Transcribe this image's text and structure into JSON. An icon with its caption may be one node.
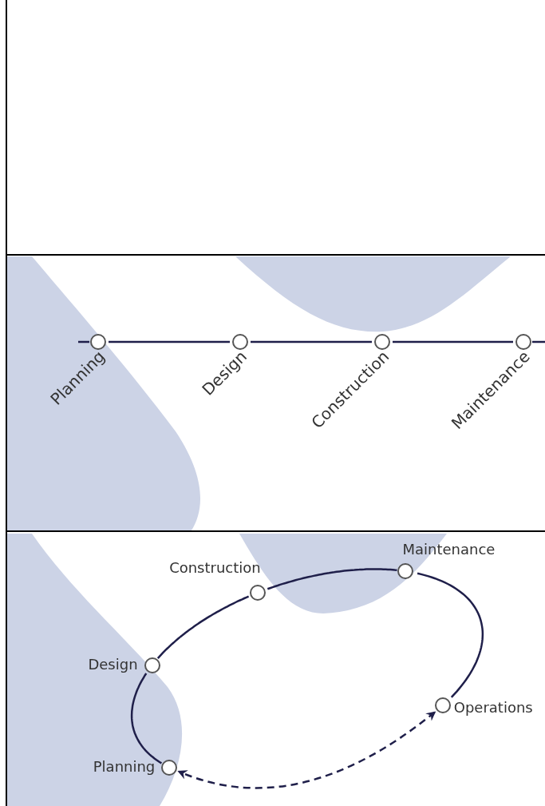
{
  "diagram": {
    "nodes": [
      {
        "text": [],
        "shape": "circle",
        "beside": [
          "Planning"
        ]
      },
      {
        "text": [],
        "shape": "circle",
        "beside": [
          "Design"
        ]
      },
      {
        "text": [],
        "shape": "circle",
        "beside": [
          "Construction"
        ]
      },
      {
        "text": [],
        "shape": "circle",
        "beside": [
          "Maintenance"
        ]
      },
      {
        "text": [],
        "shape": "circle",
        "beside": [
          "Planning"
        ]
      },
      {
        "text": [],
        "shape": "circle",
        "beside": [
          "Design"
        ]
      },
      {
        "text": [],
        "shape": "circle",
        "beside": [
          "Construction"
        ]
      },
      {
        "text": [],
        "shape": "circle",
        "beside": [
          "Maintenance"
        ]
      },
      {
        "text": [],
        "shape": "circle",
        "beside": [
          "Operations"
        ]
      }
    ],
    "edges": [
      {
        "from": null,
        "to": 0,
        "arrow": "none"
      },
      {
        "from": 0,
        "to": 1,
        "arrow": "none"
      },
      {
        "from": 1,
        "to": 2,
        "arrow": "none"
      },
      {
        "from": 2,
        "to": 3,
        "arrow": "none"
      },
      {
        "from": 3,
        "to": null,
        "arrow": "none"
      },
      {
        "from": 4,
        "to": 5,
        "arrow": "none"
      },
      {
        "from": 5,
        "to": 6,
        "arrow": "none"
      },
      {
        "from": 6,
        "to": 7,
        "arrow": "none"
      },
      {
        "from": 7,
        "to": 8,
        "arrow": "none"
      },
      {
        "from": 8,
        "to": 4,
        "arrow": "both",
        "style": "dashed"
      }
    ]
  }
}
